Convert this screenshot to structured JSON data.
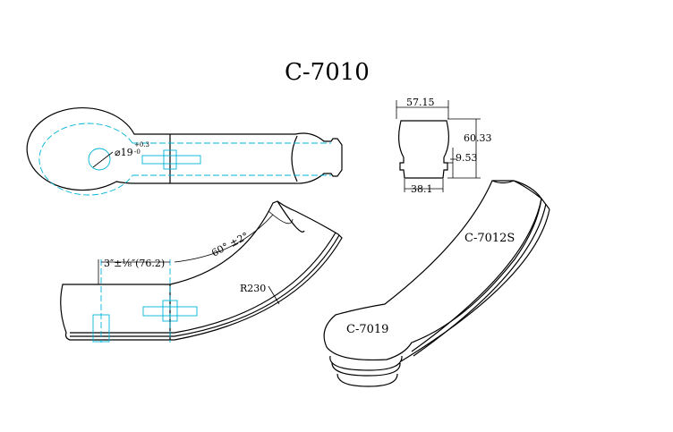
{
  "title": "C-7010",
  "top_view": {
    "hole_dim": "⌀19",
    "hole_tol_upper": "+0.3",
    "hole_tol_lower": "-0"
  },
  "profile": {
    "width_top": "57.15",
    "height": "60.33",
    "step": "9.53",
    "width_bottom": "38.1"
  },
  "side_view": {
    "length_dim": "3″±⅛″(76.2)",
    "angle_dim": "60° ±2°",
    "radius_dim": "R230"
  },
  "iso_view": {
    "cap_label": "C-7019",
    "rail_label": "C-7012S"
  }
}
